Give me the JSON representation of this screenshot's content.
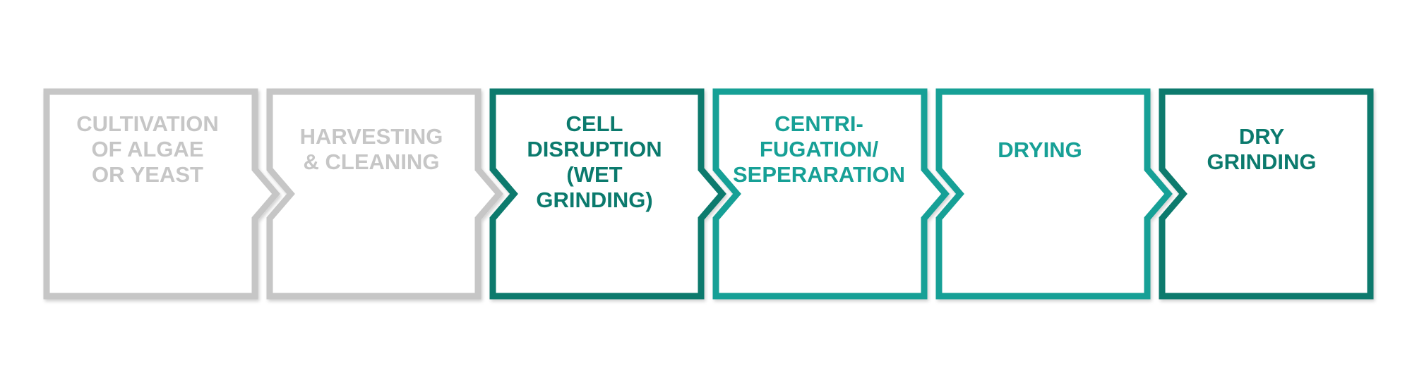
{
  "colors": {
    "inactive": "#c6c6c6",
    "dark_teal": "#0b7a6d",
    "light_teal": "#17a096",
    "background": "#ffffff"
  },
  "steps": [
    {
      "label": "CULTIVATION\nOF ALGAE\nOR YEAST",
      "color": "#c6c6c6",
      "state": "inactive"
    },
    {
      "label": "HARVESTING\n& CLEANING",
      "color": "#c6c6c6",
      "state": "inactive"
    },
    {
      "label": "CELL\nDISRUPTION\n(WET GRINDING)",
      "color": "#0b7a6d",
      "state": "active"
    },
    {
      "label": "CENTRI-\nFUGATION/\nSEPERARATION",
      "color": "#17a096",
      "state": "active"
    },
    {
      "label": "DRYING",
      "color": "#17a096",
      "state": "active"
    },
    {
      "label": "DRY\nGRINDING",
      "color": "#0b7a6d",
      "state": "active"
    }
  ]
}
